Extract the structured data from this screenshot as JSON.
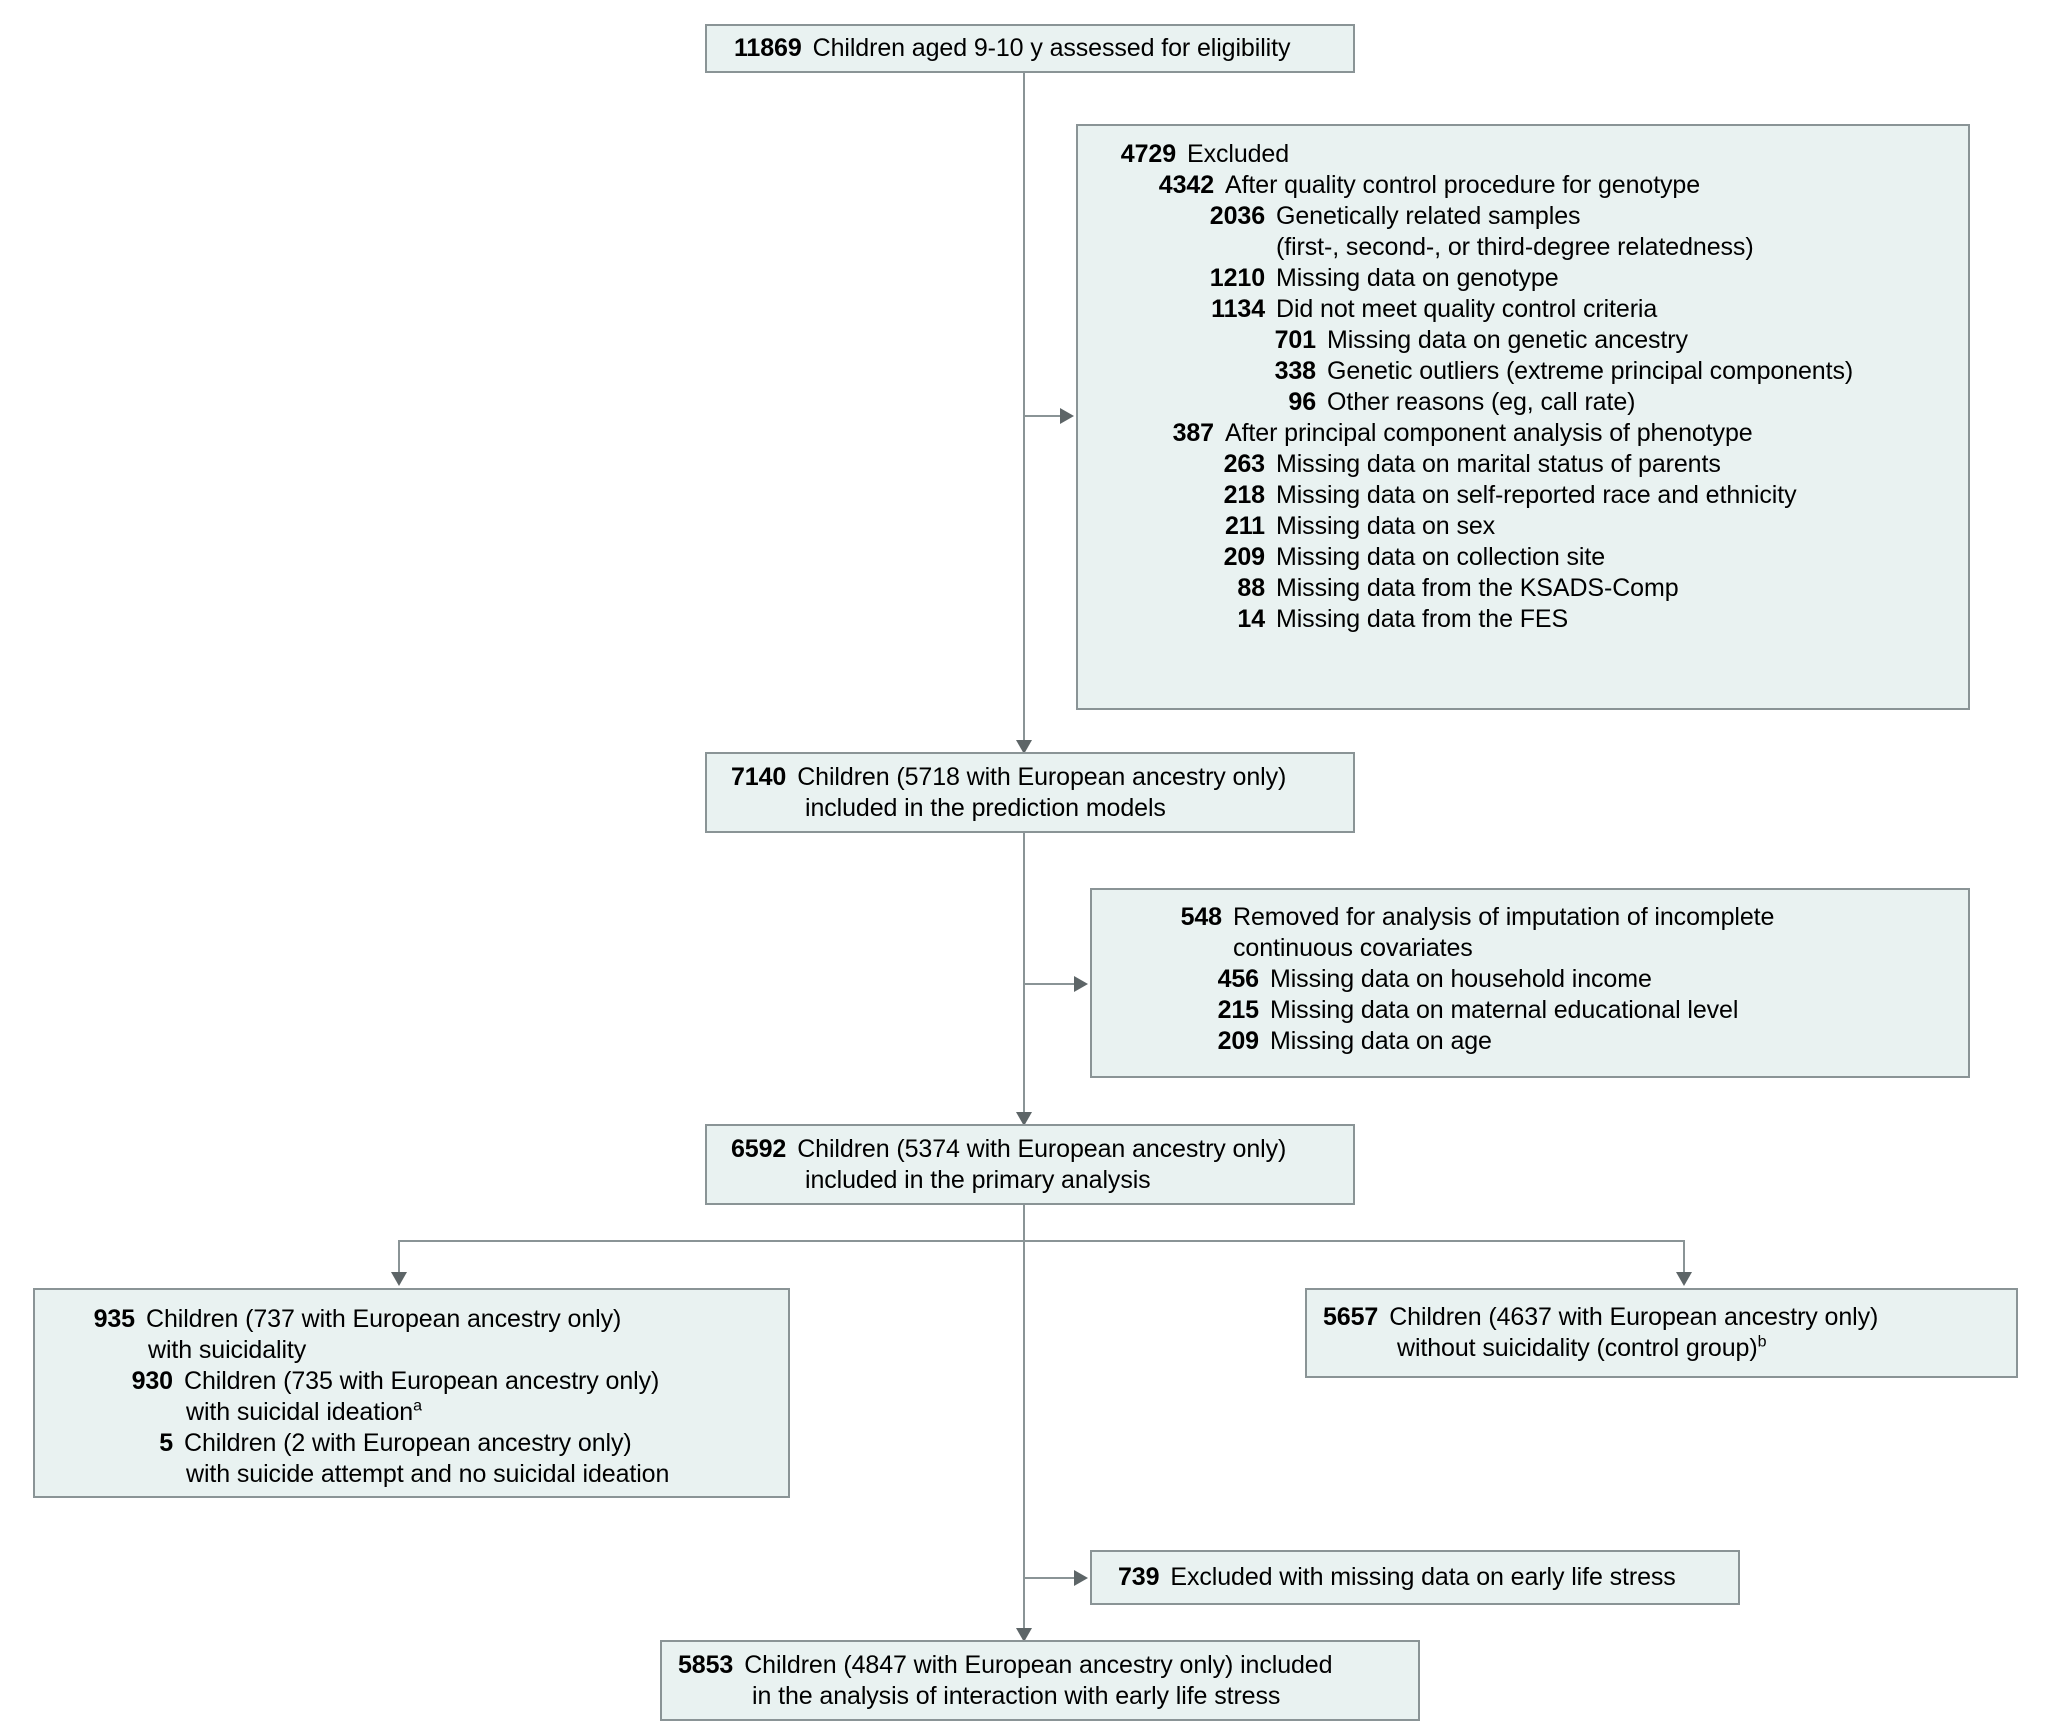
{
  "figure": {
    "type": "flowchart",
    "title": "Participant flow diagram",
    "colors": {
      "box_fill": "#e9f2f1",
      "box_border": "#8a9496",
      "text": "#000000",
      "connector": "#8a9496"
    }
  },
  "nodes": {
    "assessed": {
      "count": "11869",
      "text": "Children aged 9-10 y assessed for eligibility"
    },
    "excluded": {
      "count": "4729",
      "text": "Excluded",
      "items": [
        {
          "count": "4342",
          "text": "After quality control procedure for genotype",
          "level": 1
        },
        {
          "count": "2036",
          "text": "Genetically related samples",
          "cont": "(first-, second-, or third-degree relatedness)",
          "level": 2
        },
        {
          "count": "1210",
          "text": "Missing data on genotype",
          "level": 2
        },
        {
          "count": "1134",
          "text": "Did not meet quality control criteria",
          "level": 2
        },
        {
          "count": "701",
          "text": "Missing data on genetic ancestry",
          "level": 3
        },
        {
          "count": "338",
          "text": "Genetic outliers (extreme principal components)",
          "level": 3
        },
        {
          "count": "96",
          "text": "Other reasons (eg, call rate)",
          "level": 3
        },
        {
          "count": "387",
          "text": "After principal component analysis of phenotype",
          "level": 1
        },
        {
          "count": "263",
          "text": "Missing data on marital status of parents",
          "level": 2
        },
        {
          "count": "218",
          "text": "Missing data on self-reported race and ethnicity",
          "level": 2
        },
        {
          "count": "211",
          "text": "Missing data on sex",
          "level": 2
        },
        {
          "count": "209",
          "text": "Missing data on collection site",
          "level": 2
        },
        {
          "count": "88",
          "text": "Missing data from the KSADS-Comp",
          "level": 2
        },
        {
          "count": "14",
          "text": "Missing data from the FES",
          "level": 2
        }
      ]
    },
    "prediction_models": {
      "count": "7140",
      "line1": "Children (5718 with European ancestry only)",
      "line2": "included in the prediction models"
    },
    "removed_imputation": {
      "count": "548",
      "text": "Removed for analysis of imputation of incomplete",
      "cont": "continuous covariates",
      "items": [
        {
          "count": "456",
          "text": "Missing data on household income"
        },
        {
          "count": "215",
          "text": "Missing data on maternal educational level"
        },
        {
          "count": "209",
          "text": "Missing data on age"
        }
      ]
    },
    "primary_analysis": {
      "count": "6592",
      "line1": "Children (5374 with European ancestry only)",
      "line2": "included in the primary analysis"
    },
    "suicidality_group": {
      "count": "935",
      "line1": "Children (737 with European ancestry only)",
      "line2": "with suicidality",
      "items": [
        {
          "count": "930",
          "line1": "Children (735 with European ancestry only)",
          "line2": "with suicidal ideation",
          "footnote": "a"
        },
        {
          "count": "5",
          "line1": "Children (2 with European ancestry only)",
          "line2": "with suicide attempt and no suicidal ideation",
          "footnote": ""
        }
      ]
    },
    "control_group": {
      "count": "5657",
      "line1": "Children (4637 with European ancestry only)",
      "line2": "without suicidality (control group)",
      "footnote": "b"
    },
    "excluded_els": {
      "count": "739",
      "text": "Excluded with missing data on early life stress"
    },
    "interaction_analysis": {
      "count": "5853",
      "line1": "Children (4847 with European ancestry only) included",
      "line2": "in the analysis of interaction with early life stress"
    }
  }
}
